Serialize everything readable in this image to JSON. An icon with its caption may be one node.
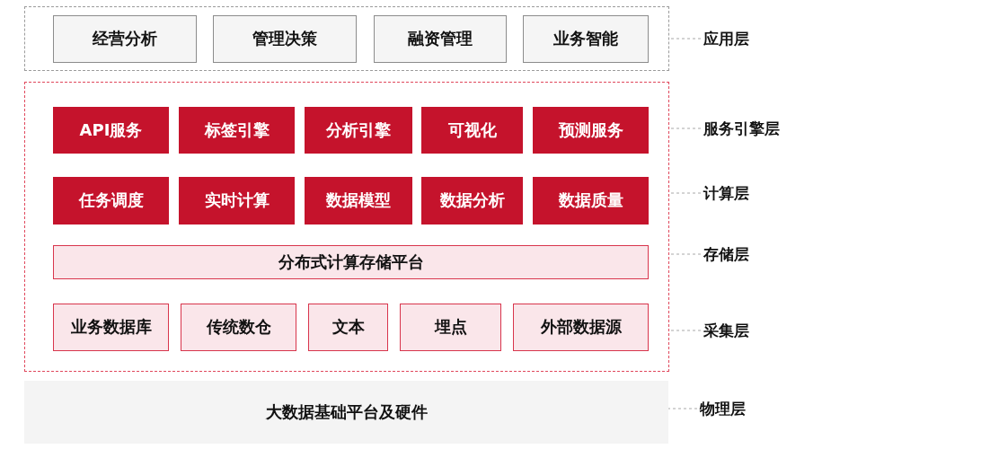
{
  "diagram": {
    "nodes": [
      {
        "text": [],
        "shape": "box"
      },
      {
        "text": [
          "经营分析"
        ],
        "in": 0
      },
      {
        "text": [
          "管理决策"
        ],
        "in": 0
      },
      {
        "text": [
          "融资管理"
        ],
        "in": 0
      },
      {
        "text": [
          "业务智能"
        ],
        "in": 0
      },
      {
        "text": [
          "应用层"
        ]
      },
      {
        "text": [],
        "shape": "box"
      },
      {
        "text": [
          "API服务"
        ],
        "in": 6
      },
      {
        "text": [
          "标签引擎"
        ],
        "in": 6
      },
      {
        "text": [
          "分析引擎"
        ],
        "in": 6
      },
      {
        "text": [
          "可视化"
        ],
        "in": 6
      },
      {
        "text": [
          "预测服务"
        ],
        "in": 6
      },
      {
        "text": [
          "服务引擎层"
        ]
      },
      {
        "text": [
          "任务调度"
        ],
        "in": 6
      },
      {
        "text": [
          "实时计算"
        ],
        "in": 6
      },
      {
        "text": [
          "数据模型"
        ],
        "in": 6
      },
      {
        "text": [
          "数据分析"
        ],
        "in": 6
      },
      {
        "text": [
          "数据质量"
        ],
        "in": 6
      },
      {
        "text": [
          "计算层"
        ]
      },
      {
        "text": [
          "分布式计算存储平台"
        ],
        "in": 6
      },
      {
        "text": [
          "存储层"
        ]
      },
      {
        "text": [
          "业务数据库"
        ],
        "in": 6
      },
      {
        "text": [
          "传统数仓"
        ],
        "in": 6
      },
      {
        "text": [
          "文本"
        ],
        "in": 6
      },
      {
        "text": [
          "埋点"
        ],
        "in": 6
      },
      {
        "text": [
          "外部数据源"
        ],
        "in": 6
      },
      {
        "text": [
          "采集层"
        ]
      },
      {
        "text": [
          "大数据基础平台及硬件"
        ]
      },
      {
        "text": [
          "物理层"
        ]
      }
    ],
    "edges": [
      {
        "from": 5,
        "to": 0,
        "arrow": "none",
        "style": "dashed"
      },
      {
        "from": 12,
        "to": 6,
        "arrow": "none",
        "style": "dashed"
      },
      {
        "from": 18,
        "to": 6,
        "arrow": "none",
        "style": "dashed"
      },
      {
        "from": 20,
        "to": 6,
        "arrow": "none",
        "style": "dashed"
      },
      {
        "from": 26,
        "to": 6,
        "arrow": "none",
        "style": "dashed"
      },
      {
        "from": 28,
        "to": 27,
        "arrow": "none",
        "style": "dashed"
      }
    ]
  }
}
